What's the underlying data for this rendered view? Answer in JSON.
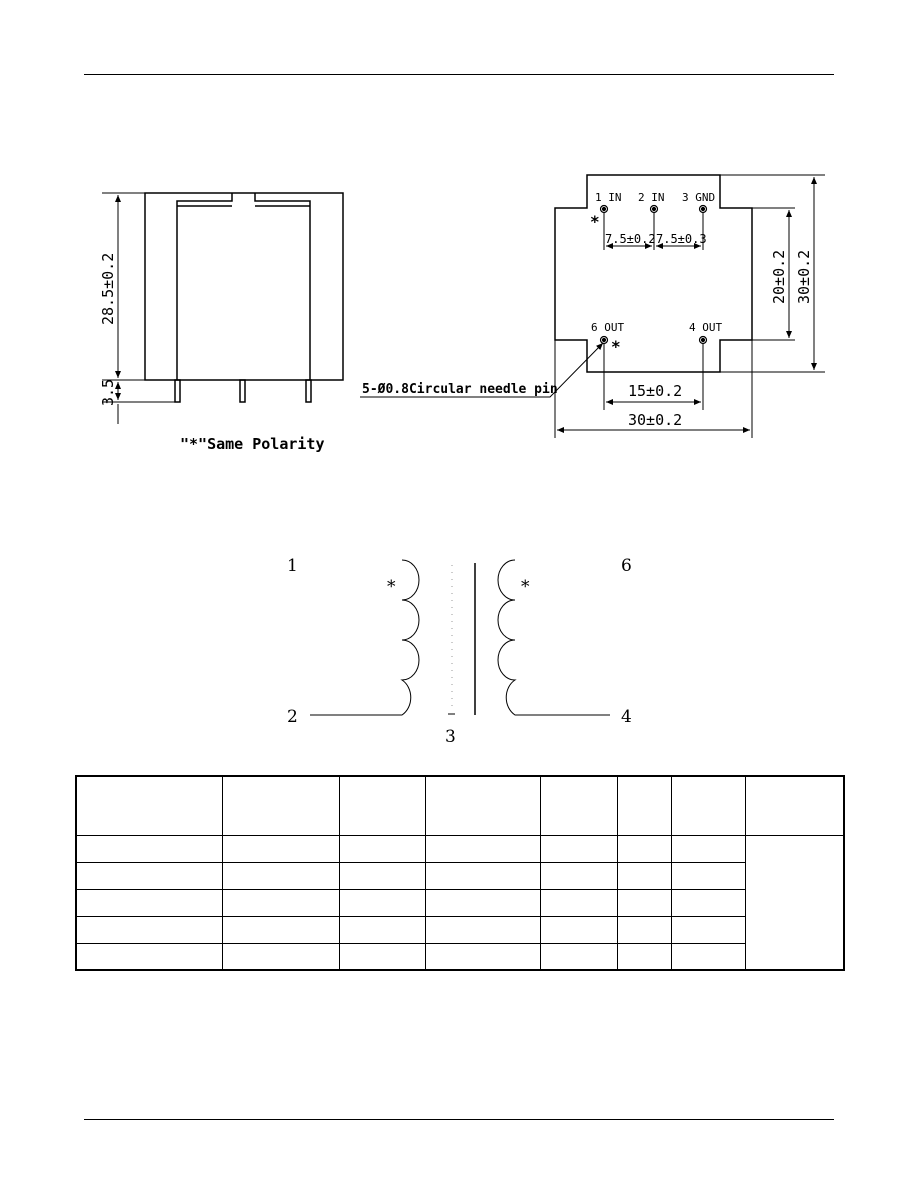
{
  "mech": {
    "dim_height": "28.5±0.2",
    "dim_pin": "3.5",
    "polarity_note": "\"*\"Same Polarity",
    "pin_note": "5-Ø0.8Circular needle pin",
    "pin1": "1 IN",
    "pin2": "2 IN",
    "pin3": "3 GND",
    "pin6": "6 OUT",
    "pin4": "4 OUT",
    "dim_spacing_left": "7.5±0.2",
    "dim_spacing_right": "7.5±0.3",
    "dim_20": "20±0.2",
    "dim_30v": "30±0.2",
    "dim_15": "15±0.2",
    "dim_30h": "30±0.2",
    "dot_mark": "*"
  },
  "schematic": {
    "pin1": "1",
    "pin2": "2",
    "pin3": "3",
    "pin4": "4",
    "pin6": "6",
    "dot_mark": "*"
  },
  "table": {
    "header": [
      "",
      "",
      "",
      "",
      "",
      "",
      "",
      ""
    ],
    "rows": [
      [
        "",
        "",
        "",
        "",
        "",
        "",
        ""
      ],
      [
        "",
        "",
        "",
        "",
        "",
        "",
        ""
      ],
      [
        "",
        "",
        "",
        "",
        "",
        "",
        ""
      ],
      [
        "",
        "",
        "",
        "",
        "",
        "",
        ""
      ],
      [
        "",
        "",
        "",
        "",
        "",
        "",
        ""
      ]
    ],
    "merged_note": ""
  }
}
